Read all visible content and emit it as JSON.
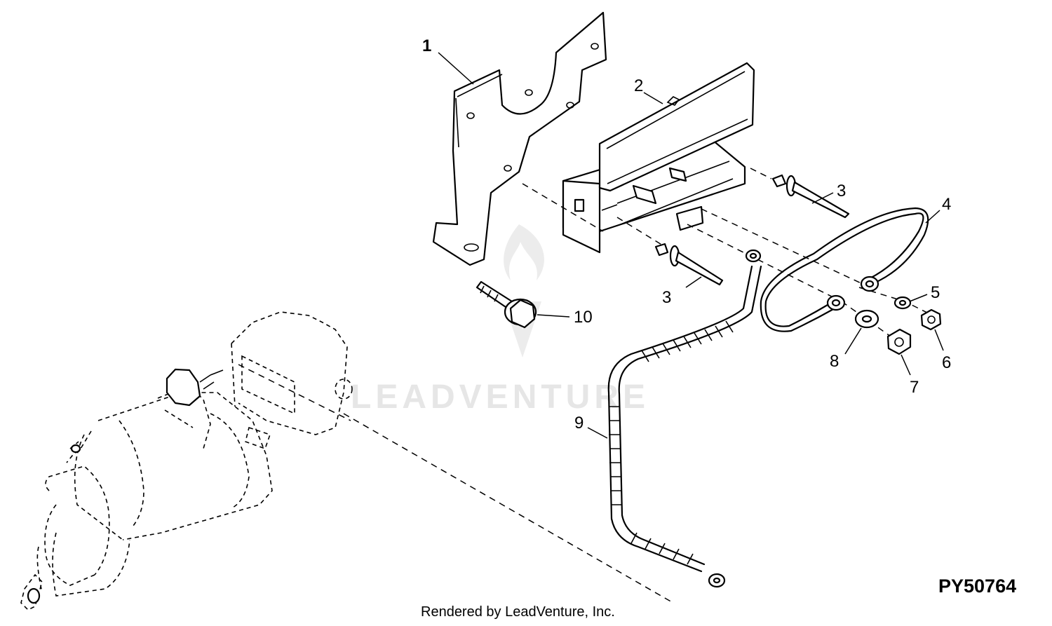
{
  "figure_id": "PY50764",
  "credit": "Rendered by LeadVenture, Inc.",
  "watermark": "LEADVENTURE",
  "callouts": [
    {
      "id": "c1",
      "label": "1",
      "bold": true
    },
    {
      "id": "c2",
      "label": "2"
    },
    {
      "id": "c3a",
      "label": "3"
    },
    {
      "id": "c3b",
      "label": "3"
    },
    {
      "id": "c4",
      "label": "4"
    },
    {
      "id": "c5",
      "label": "5"
    },
    {
      "id": "c6",
      "label": "6"
    },
    {
      "id": "c7",
      "label": "7"
    },
    {
      "id": "c8",
      "label": "8"
    },
    {
      "id": "c9",
      "label": "9"
    },
    {
      "id": "c10",
      "label": "10"
    }
  ]
}
